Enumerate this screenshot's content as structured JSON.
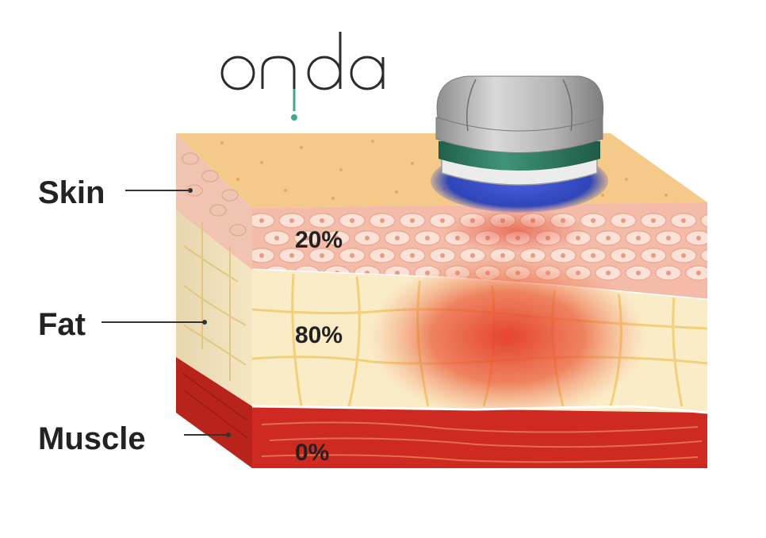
{
  "brand": {
    "name": "onda"
  },
  "layers": [
    {
      "key": "skin",
      "label": "Skin",
      "percent": "20%"
    },
    {
      "key": "fat",
      "label": "Fat",
      "percent": "80%"
    },
    {
      "key": "muscle",
      "label": "Muscle",
      "percent": "0%"
    }
  ],
  "colors": {
    "skin_top": "#f4c98a",
    "skin_section": "#f3bba8",
    "fat": "#fbecc8",
    "fat_lines": "#f2cf7a",
    "muscle": "#cf2a22",
    "heat": "#e8382a",
    "handpiece_metal": "#9a9a9a",
    "handpiece_band": "#2f7d64",
    "handpiece_glow": "#3346b8",
    "logo_dot": "#45a58f"
  },
  "icons": {
    "applicator": "handpiece-icon",
    "logo": "onda-logo"
  }
}
